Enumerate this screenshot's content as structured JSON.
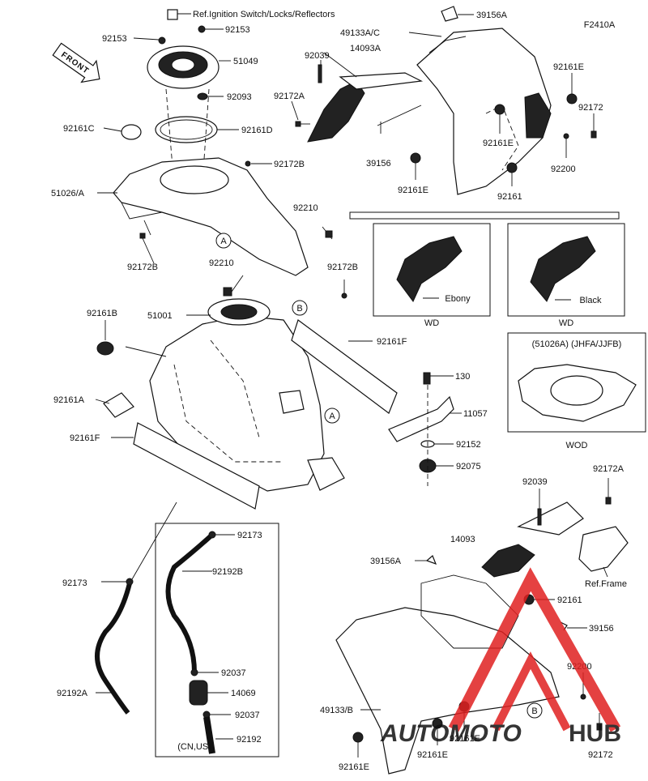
{
  "header": {
    "diagram_code": "F2410A",
    "front_arrow": "FRONT"
  },
  "callout_letters": [
    "A",
    "B"
  ],
  "part_labels": [
    {
      "id": "ref_ignition",
      "text": "Ref.Ignition Switch/Locks/Reflectors"
    },
    {
      "id": "p92153a",
      "text": "92153"
    },
    {
      "id": "p92153b",
      "text": "92153"
    },
    {
      "id": "p51049",
      "text": "51049"
    },
    {
      "id": "p92093",
      "text": "92093"
    },
    {
      "id": "p92161c",
      "text": "92161C"
    },
    {
      "id": "p92161d",
      "text": "92161D"
    },
    {
      "id": "p92172b_1",
      "text": "92172B"
    },
    {
      "id": "p51026a",
      "text": "51026/A"
    },
    {
      "id": "p92172b_2",
      "text": "92172B"
    },
    {
      "id": "p92210_1",
      "text": "92210"
    },
    {
      "id": "p92210_2",
      "text": "92210"
    },
    {
      "id": "p92172b_3",
      "text": "92172B"
    },
    {
      "id": "p51001",
      "text": "51001"
    },
    {
      "id": "p92161b",
      "text": "92161B"
    },
    {
      "id": "p92161f_1",
      "text": "92161F"
    },
    {
      "id": "p92161a",
      "text": "92161A"
    },
    {
      "id": "p92161f_2",
      "text": "92161F"
    },
    {
      "id": "p130",
      "text": "130"
    },
    {
      "id": "p11057",
      "text": "11057"
    },
    {
      "id": "p92152",
      "text": "92152"
    },
    {
      "id": "p92075",
      "text": "92075"
    },
    {
      "id": "p92173_1",
      "text": "92173"
    },
    {
      "id": "p92173_2",
      "text": "92173"
    },
    {
      "id": "p92192b",
      "text": "92192B"
    },
    {
      "id": "p92037_1",
      "text": "92037"
    },
    {
      "id": "p14069",
      "text": "14069"
    },
    {
      "id": "p92037_2",
      "text": "92037"
    },
    {
      "id": "p92192",
      "text": "92192"
    },
    {
      "id": "p92192a",
      "text": "92192A"
    },
    {
      "id": "p39156a_top",
      "text": "39156A"
    },
    {
      "id": "p49133ac",
      "text": "49133A/C"
    },
    {
      "id": "p92039_1",
      "text": "92039"
    },
    {
      "id": "p14093a",
      "text": "14093A"
    },
    {
      "id": "p92161e_1",
      "text": "92161E"
    },
    {
      "id": "p92172a_1",
      "text": "92172A"
    },
    {
      "id": "p92172_1",
      "text": "92172"
    },
    {
      "id": "p39156_1",
      "text": "39156"
    },
    {
      "id": "p92161e_2",
      "text": "92161E"
    },
    {
      "id": "p92200_1",
      "text": "92200"
    },
    {
      "id": "p92161e_3",
      "text": "92161E"
    },
    {
      "id": "p92161_1",
      "text": "92161"
    },
    {
      "id": "p92039_2",
      "text": "92039"
    },
    {
      "id": "p92172a_2",
      "text": "92172A"
    },
    {
      "id": "p14093",
      "text": "14093"
    },
    {
      "id": "p39156a_bot",
      "text": "39156A"
    },
    {
      "id": "ref_frame",
      "text": "Ref.Frame"
    },
    {
      "id": "p92161_2",
      "text": "92161"
    },
    {
      "id": "p39156_2",
      "text": "39156"
    },
    {
      "id": "p92200_2",
      "text": "92200"
    },
    {
      "id": "p49133b",
      "text": "49133/B"
    },
    {
      "id": "p92161e_4",
      "text": "92161E"
    },
    {
      "id": "p92172_2",
      "text": "92172"
    },
    {
      "id": "p92161e_5",
      "text": "92161E"
    },
    {
      "id": "p92161e_6",
      "text": "92161E"
    }
  ],
  "variant_boxes": {
    "ebony_label": "Ebony",
    "black_label": "Black",
    "wd_1": "WD",
    "wd_2": "WD",
    "jhfa_title": "(51026A) (JHFA/JJFB)",
    "wod": "WOD",
    "cn_us": "(CN,US)"
  },
  "watermark": {
    "part1": "AUTOMOTO",
    "part2": "HUB",
    "color_red": "#e02020",
    "color_orange": "#f0a040",
    "color_grey": "#555555"
  }
}
